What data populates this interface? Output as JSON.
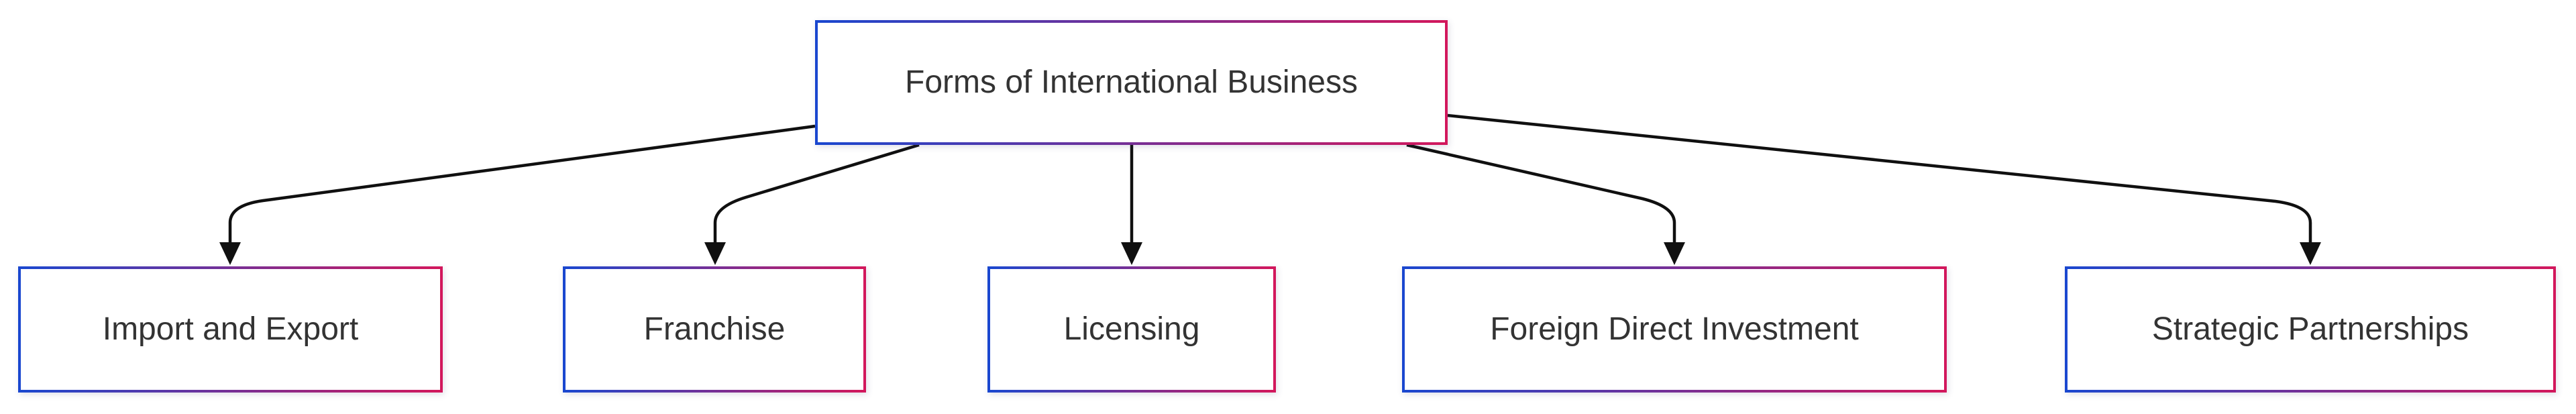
{
  "diagram": {
    "type": "flowchart-top-down",
    "root": {
      "label": "Forms of International Business"
    },
    "children": [
      {
        "id": "import-and-export",
        "label": "Import and Export"
      },
      {
        "id": "franchise",
        "label": "Franchise"
      },
      {
        "id": "licensing",
        "label": "Licensing"
      },
      {
        "id": "foreign-direct-investment",
        "label": "Foreign Direct Investment"
      },
      {
        "id": "strategic-partnerships",
        "label": "Strategic Partnerships"
      }
    ],
    "edges": [
      {
        "from": "root",
        "to": "import-and-export"
      },
      {
        "from": "root",
        "to": "franchise"
      },
      {
        "from": "root",
        "to": "licensing"
      },
      {
        "from": "root",
        "to": "foreign-direct-investment"
      },
      {
        "from": "root",
        "to": "strategic-partnerships"
      }
    ],
    "colors": {
      "border_gradient_start": "#1a47cf",
      "border_gradient_end": "#d2175c",
      "node_background": "#ffffff",
      "canvas_background": "#ffffff",
      "text": "#333333",
      "edge": "#101010"
    }
  }
}
